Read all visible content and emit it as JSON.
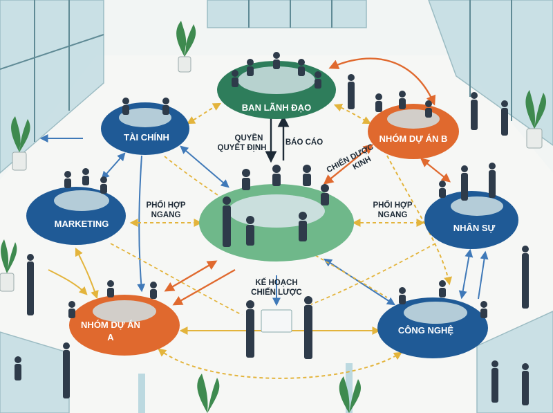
{
  "nodes": {
    "leadership": {
      "label": "BAN LÃNH ĐẠO",
      "color": "#2e7d5b"
    },
    "finance": {
      "label": "TÀI CHÍNH",
      "color": "#1f5a96"
    },
    "project_b": {
      "label": "NHÓM DỰ ÁN B",
      "color": "#e0692e"
    },
    "marketing": {
      "label": "MARKETING",
      "color": "#1f5a96"
    },
    "hr": {
      "label": "NHÂN SỰ",
      "color": "#1f5a96"
    },
    "project_a_line1": "NHÓM DỰ ÁN",
    "project_a_line2": "A",
    "project_a_color": "#e0692e",
    "technology": {
      "label": "CÔNG NGHỆ",
      "color": "#1f5a96"
    },
    "center_color": "#6fb88a"
  },
  "annotations": {
    "decision_line1": "QUYỀN",
    "decision_line2": "QUYẾT ĐỊNH",
    "report": "BÁO CÁO",
    "strategy_tilted_line1": "CHIẾN DƯỢC",
    "strategy_tilted_line2": "KINH",
    "coord_left_line1": "PHỐI HỢP",
    "coord_left_line2": "NGANG",
    "coord_right_line1": "PHỐI HỢP",
    "coord_right_line2": "NGANG",
    "plan_line1": "KẾ HOẠCH",
    "plan_line2": "CHIẾN LƯỢC"
  },
  "colors": {
    "arrow_blue": "#3f79b8",
    "arrow_orange": "#e0692e",
    "arrow_yellow": "#e3b43c",
    "arrow_dark": "#1d2a36"
  }
}
